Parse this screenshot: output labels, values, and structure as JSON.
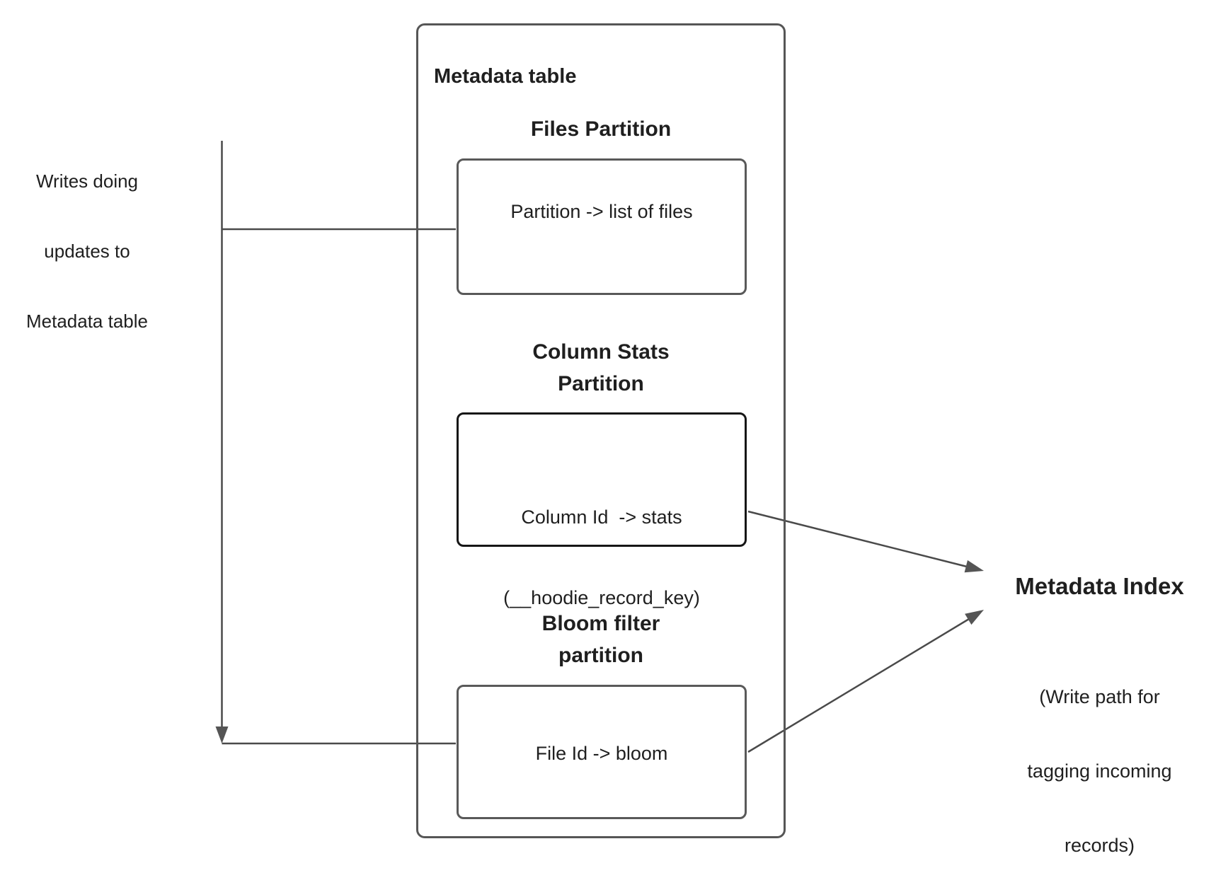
{
  "diagram": {
    "left_label": {
      "lines": [
        "Writes doing",
        "updates to",
        "Metadata table"
      ]
    },
    "metadata_table": {
      "title": "Metadata table",
      "partitions": [
        {
          "heading_lines": [
            "Files Partition"
          ],
          "body_lines": [
            "Partition -> list of files"
          ]
        },
        {
          "heading_lines": [
            "Column Stats",
            "Partition"
          ],
          "body_lines": [
            "Column Id  -> stats",
            "(__hoodie_record_key)"
          ]
        },
        {
          "heading_lines": [
            "Bloom filter",
            "partition"
          ],
          "body_lines": [
            "File Id -> bloom"
          ]
        }
      ]
    },
    "metadata_index": {
      "title": "Metadata Index",
      "subtitle_lines": [
        "(Write path for",
        "tagging incoming",
        "records)"
      ]
    }
  },
  "colors": {
    "background": "#ffffff",
    "ink": "#1f1f1f",
    "line": "#4a4a4a",
    "arrowhead_fill": "#555555",
    "box_border": "#595959",
    "box_border_strong": "#161616"
  }
}
